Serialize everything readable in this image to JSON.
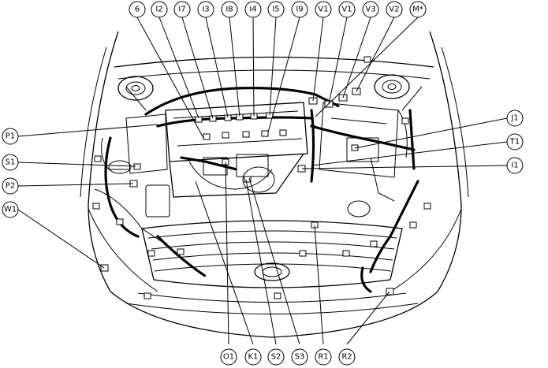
{
  "callouts_top": [
    "6",
    "I2",
    "I7",
    "I3",
    "I8",
    "I4",
    "I5",
    "I9",
    "V1",
    "V1",
    "V3",
    "V2",
    "M*"
  ],
  "callouts_left": [
    "P1",
    "S1",
    "P2",
    "W1"
  ],
  "callouts_right": [
    "J1",
    "T1",
    "I1"
  ],
  "callouts_bottom": [
    "O1",
    "K1",
    "S2",
    "S3",
    "R1",
    "R2"
  ]
}
